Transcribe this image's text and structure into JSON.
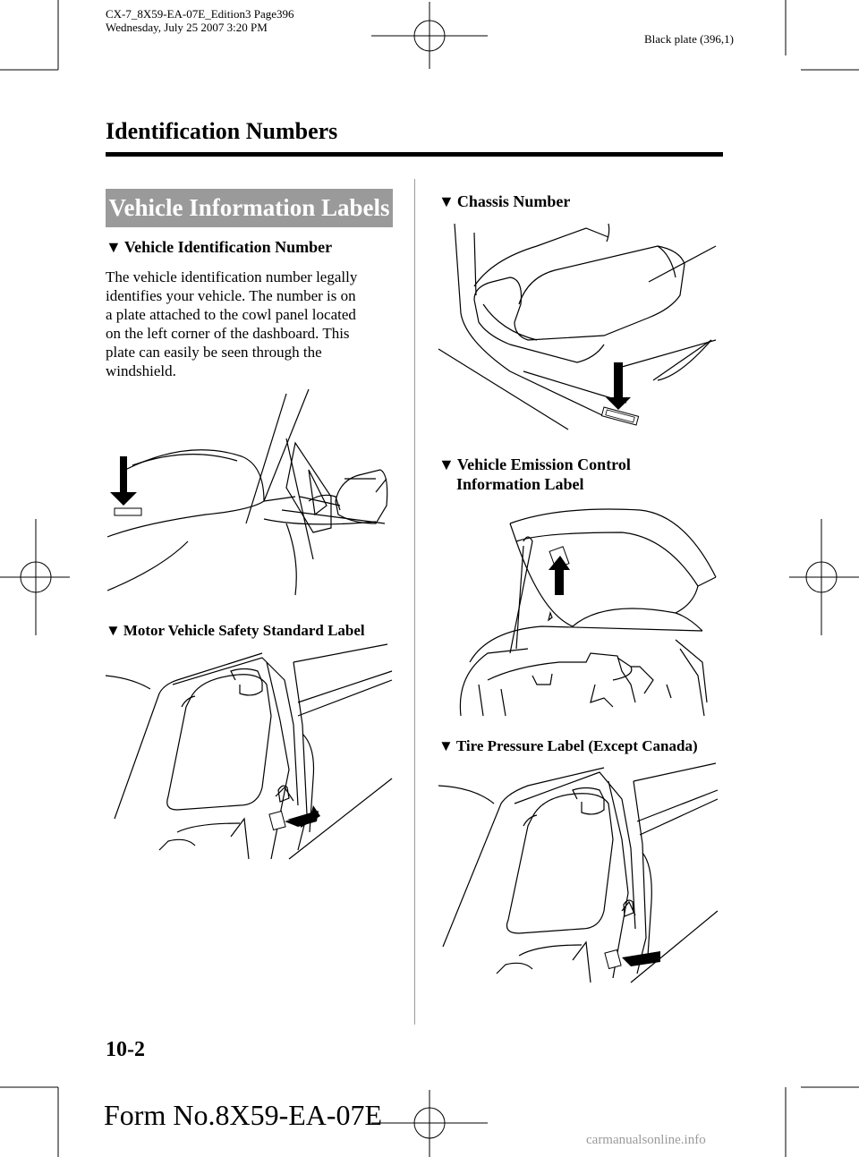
{
  "header": {
    "print_meta_line1": "CX-7_8X59-EA-07E_Edition3 Page396",
    "print_meta_line2": "Wednesday, July 25 2007 3:20 PM",
    "plate": "Black plate (396,1)",
    "section_title": "Identification Numbers"
  },
  "banner": {
    "text": "Vehicle Information Labels"
  },
  "left_column": {
    "vin": {
      "heading": "Vehicle Identification Number",
      "lines": [
        "The vehicle identification number legally",
        "identifies your vehicle. The number is on",
        "a plate attached to the cowl panel located",
        "on the left corner of the dashboard. This",
        "plate can easily be seen through the",
        "windshield."
      ]
    },
    "mvss": {
      "heading": "Motor Vehicle Safety Standard Label"
    }
  },
  "right_column": {
    "chassis": {
      "heading": "Chassis Number"
    },
    "emission": {
      "heading_line1": "Vehicle Emission Control",
      "heading_line2": "Information Label"
    },
    "tire": {
      "heading": "Tire Pressure Label (Except Canada)"
    }
  },
  "footer": {
    "page_number": "10-2",
    "form_number": "Form No.8X59-EA-07E",
    "watermark": "carmanualsonline.info"
  },
  "icons": {
    "heading_marker": "▼",
    "crop_marks": "registration-crosshair-icon",
    "illustrations": [
      "windshield-vin-illustration",
      "door-pillar-label-illustration",
      "seat-chassis-number-illustration",
      "engine-hood-label-illustration",
      "door-pillar-tire-label-illustration"
    ]
  }
}
